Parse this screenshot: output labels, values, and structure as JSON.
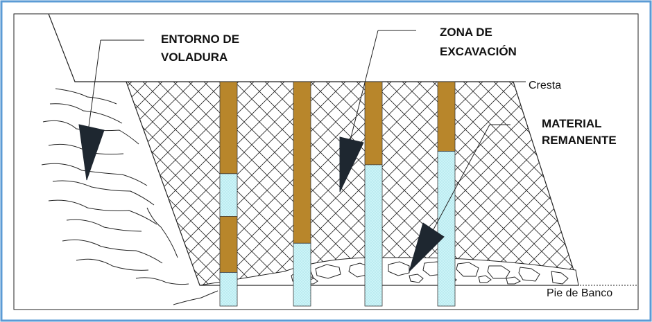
{
  "labels": {
    "entorno_line1": "ENTORNO DE",
    "entorno_line2": "VOLADURA",
    "zona_line1": "ZONA DE",
    "zona_line2": "EXCAVACIÓN",
    "material_line1": "MATERIAL",
    "material_line2": "REMANENTE",
    "cresta": "Cresta",
    "pie_de_banco": "Pie de Banco"
  },
  "colors": {
    "border": "#5b9bd5",
    "explosive_charge": "#b8862b",
    "stemming": "#ccf4f8",
    "hatch": "#222222",
    "pointer": "#1e2730"
  },
  "blast_holes": [
    {
      "segments": [
        {
          "kind": "charge",
          "from": 0.0,
          "to": 0.41
        },
        {
          "kind": "stemming",
          "from": 0.41,
          "to": 0.6
        },
        {
          "kind": "charge",
          "from": 0.6,
          "to": 0.85
        },
        {
          "kind": "stemming",
          "from": 0.85,
          "to": 1.0
        }
      ]
    },
    {
      "segments": [
        {
          "kind": "charge",
          "from": 0.0,
          "to": 0.72
        },
        {
          "kind": "stemming",
          "from": 0.72,
          "to": 1.0
        }
      ]
    },
    {
      "segments": [
        {
          "kind": "charge",
          "from": 0.0,
          "to": 0.37
        },
        {
          "kind": "stemming",
          "from": 0.37,
          "to": 1.0
        }
      ]
    },
    {
      "segments": [
        {
          "kind": "charge",
          "from": 0.0,
          "to": 0.31
        },
        {
          "kind": "stemming",
          "from": 0.31,
          "to": 1.0
        }
      ]
    }
  ]
}
